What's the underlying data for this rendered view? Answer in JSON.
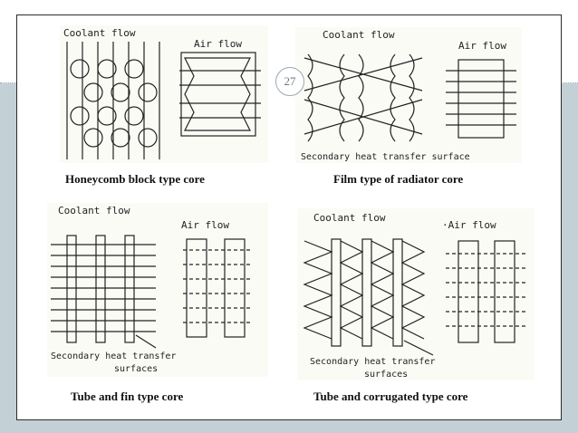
{
  "page_number": "27",
  "panels": {
    "honeycomb": {
      "coolant_label": "Coolant flow",
      "air_label": "Air flow",
      "caption": "Honeycomb block type core"
    },
    "film": {
      "coolant_label": "Coolant flow",
      "air_label": "Air flow",
      "secondary_label": "Secondary heat transfer surface",
      "caption": "Film type of radiator core"
    },
    "tube_fin": {
      "coolant_label": "Coolant flow",
      "air_label": "Air flow",
      "secondary_line1": "Secondary heat transfer",
      "secondary_line2": "surfaces",
      "caption": "Tube and fin type core"
    },
    "tube_corrugated": {
      "coolant_label": "Coolant flow",
      "air_label": "·Air flow",
      "secondary_line1": "Secondary heat transfer",
      "secondary_line2": "surfaces",
      "caption": "Tube and corrugated type core"
    }
  },
  "colors": {
    "background": "#c3d0d6",
    "frame": "#2c2c2c",
    "ink": "#222222"
  }
}
